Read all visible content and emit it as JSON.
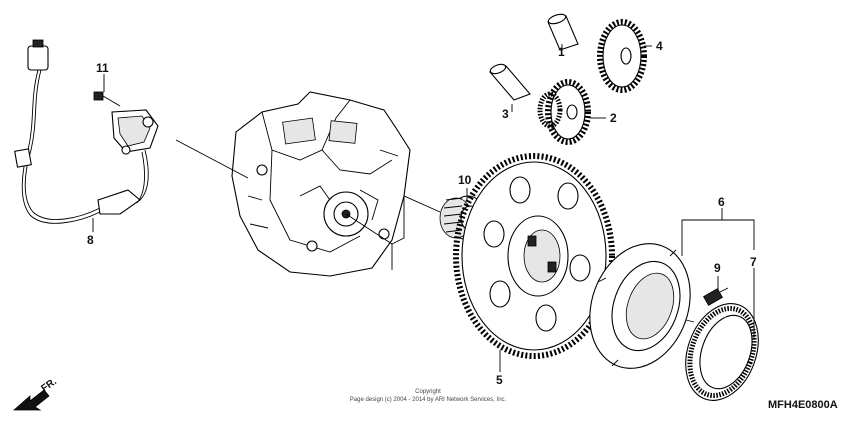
{
  "callouts": [
    {
      "id": "1",
      "label": "1"
    },
    {
      "id": "2",
      "label": "2"
    },
    {
      "id": "3",
      "label": "3"
    },
    {
      "id": "4",
      "label": "4"
    },
    {
      "id": "5",
      "label": "5"
    },
    {
      "id": "6",
      "label": "6"
    },
    {
      "id": "7",
      "label": "7"
    },
    {
      "id": "8",
      "label": "8"
    },
    {
      "id": "9",
      "label": "9"
    },
    {
      "id": "10",
      "label": "10"
    },
    {
      "id": "11",
      "label": "11"
    }
  ],
  "highlight_color": "#e07a1f",
  "copyright": {
    "line1": "Copyright",
    "line2": "Page design (c) 2004 - 2014 by ARI Network Services, Inc."
  },
  "diagram_code": "MFH4E0800A",
  "front_indicator": "FR."
}
